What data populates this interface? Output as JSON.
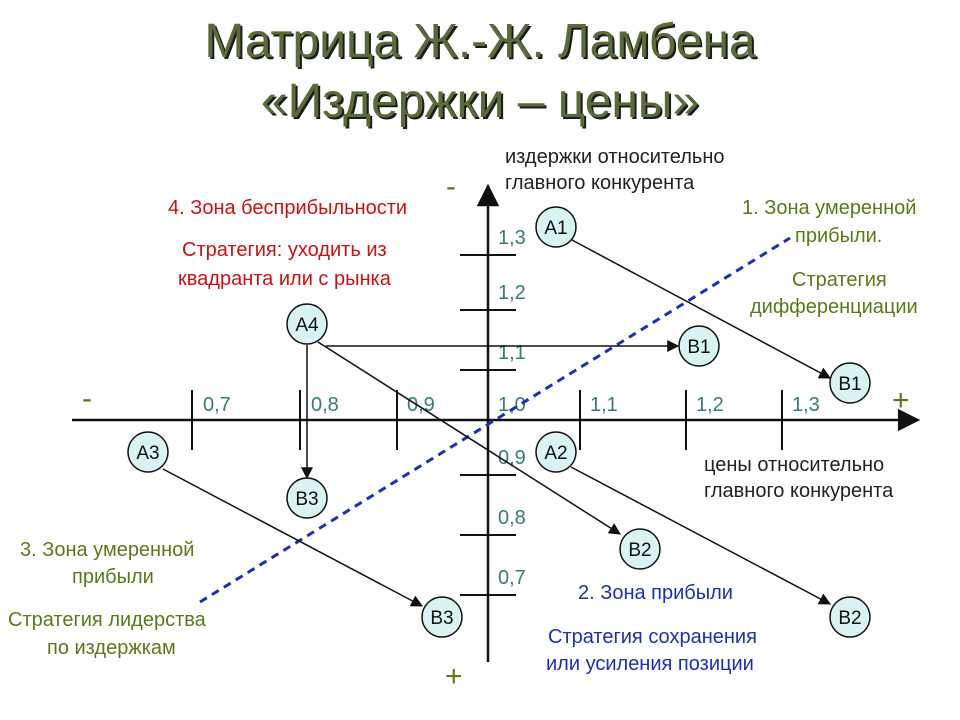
{
  "title": {
    "line1": "Матрица Ж.-Ж. Ламбена",
    "line2": "«Издержки – цены»"
  },
  "colors": {
    "title": "#5a6b3a",
    "zone1": "#5a7a1a",
    "zone2": "#1c2fb8",
    "zone3": "#5a7a1a",
    "zone4": "#cc1111",
    "ticks": "#3a7a78",
    "node_fill": "#d9f2f2",
    "dashed_line": "#1c2fb8"
  },
  "axes": {
    "y_caption_1": "издержки относительно",
    "y_caption_2": "главного конкурента",
    "x_caption_1": "цены относительно",
    "x_caption_2": "главного конкурента",
    "x_minus": "-",
    "x_plus": "+",
    "y_minus": "-",
    "y_plus": "+",
    "x_ticks": [
      "0,7",
      "0,8",
      "0,9",
      "1,0",
      "1,1",
      "1,2",
      "1,3"
    ],
    "y_ticks": [
      "1,3",
      "1,2",
      "1,1",
      "0,9",
      "0,8",
      "0,7"
    ]
  },
  "zones": {
    "z1_title_1": "1. Зона умеренной",
    "z1_title_2": "прибыли.",
    "z1_strategy_1": "Стратегия",
    "z1_strategy_2": "дифференциации",
    "z2_title": "2. Зона прибыли",
    "z2_strategy_1": "Стратегия сохранения",
    "z2_strategy_2": "или усиления позиции",
    "z3_title_1": "3. Зона умеренной",
    "z3_title_2": "прибыли",
    "z3_strategy_1": "Стратегия лидерства",
    "z3_strategy_2": "по издержкам",
    "z4_title": "4. Зона бесприбыльности",
    "z4_strategy_1": "Стратегия: уходить из",
    "z4_strategy_2": "квадранта или с рынка"
  },
  "nodes": {
    "A1": "A1",
    "B1_mid": "B1",
    "B1_end": "B1",
    "A2": "A2",
    "B2_mid": "B2",
    "B2_end": "B2",
    "A3": "A3",
    "B3_mid": "B3",
    "B3_end": "B3",
    "A4": "A4"
  }
}
